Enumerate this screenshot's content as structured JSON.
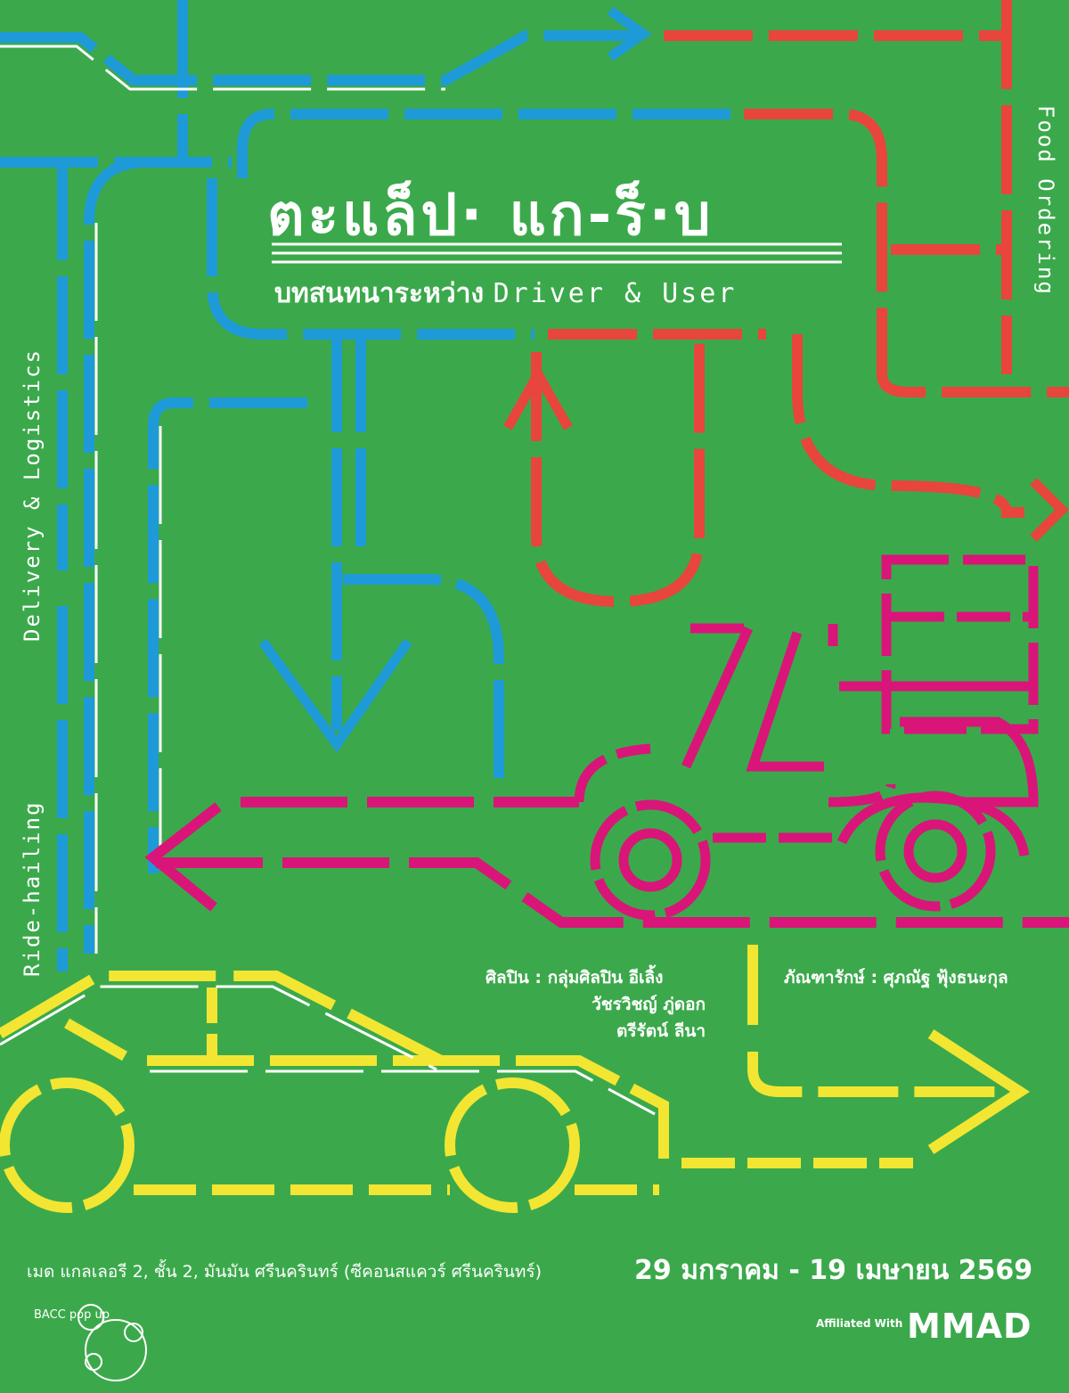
{
  "title": "ตะแล็ป· แก-ร็·บ",
  "subtitle": {
    "thai": "บทสนทนาระหว่าง",
    "english": "Driver & User"
  },
  "side_labels": {
    "delivery": "Delivery & Logistics",
    "ride": "Ride-hailing",
    "food": "Food Ordering"
  },
  "credits": {
    "artists_label": "ศิลปิน : กลุ่มศิลปิน อีเลิ้ง",
    "artist_2": "วัชรวิชญ์ ภู่ดอก",
    "artist_3": "ตรีรัตน์ ลีนา",
    "curator": "ภัณฑารักษ์ : ศุภณัฐ ฟุ้งธนะกุล"
  },
  "venue": "เมด แกลเลอรี 2, ชั้น 2, มันมัน ศรีนครินทร์ (ซีคอนสแควร์ ศรีนครินทร์)",
  "dates": "29 มกราคม - 19 เมษายน 2569",
  "affiliation": {
    "label": "Affiliated With",
    "brand": "MMAD"
  },
  "logo_text": "BACC pop up",
  "colors": {
    "background": "#3ba94b",
    "blue": "#1e9ad8",
    "red": "#e8453c",
    "magenta": "#d9157a",
    "yellow": "#f2e632",
    "white": "#ffffff"
  }
}
